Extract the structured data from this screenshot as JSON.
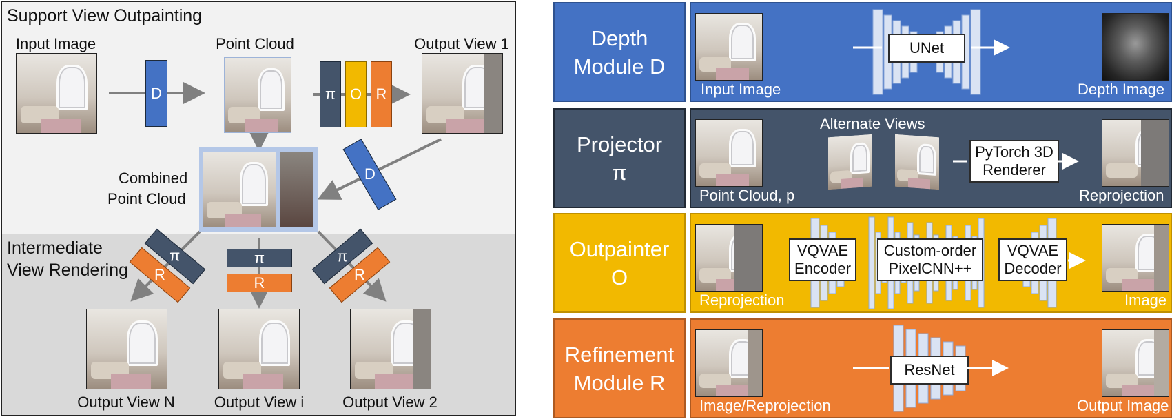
{
  "left_panel": {
    "top_title": "Support View Outpainting",
    "bottom_title_line1": "Intermediate",
    "bottom_title_line2": "View Rendering",
    "labels": {
      "input_image": "Input Image",
      "point_cloud": "Point Cloud",
      "output_view_1": "Output View 1",
      "combined_line1": "Combined",
      "combined_line2": "Point Cloud",
      "output_view_n": "Output View N",
      "output_view_i": "Output View i",
      "output_view_2": "Output View 2"
    },
    "ops": {
      "d": "D",
      "pi": "π",
      "o": "O",
      "r": "R"
    }
  },
  "modules": [
    {
      "title_line1": "Depth",
      "title_line2": "Module D",
      "color": "#4472c4",
      "input_label": "Input Image",
      "network": "UNet",
      "output_label": "Depth Image"
    },
    {
      "title_line1": "Projector",
      "title_line2": "π",
      "color": "#44546a",
      "input_label": "Point Cloud, p",
      "middle_label": "Alternate Views",
      "network_line1": "PyTorch 3D",
      "network_line2": "Renderer",
      "output_label": "Reprojection"
    },
    {
      "title_line1": "Outpainter",
      "title_line2": "O",
      "color": "#f2b900",
      "input_label": "Reprojection",
      "encoder_line1": "VQVAE",
      "encoder_line2": "Encoder",
      "prior_line1": "Custom-order",
      "prior_line2": "PixelCNN++",
      "decoder_line1": "VQVAE",
      "decoder_line2": "Decoder",
      "output_label": "Image"
    },
    {
      "title_line1": "Refinement",
      "title_line2": "Module R",
      "color": "#ed7d31",
      "input_label": "Image/Reprojection",
      "network": "ResNet",
      "output_label": "Output Image"
    }
  ]
}
